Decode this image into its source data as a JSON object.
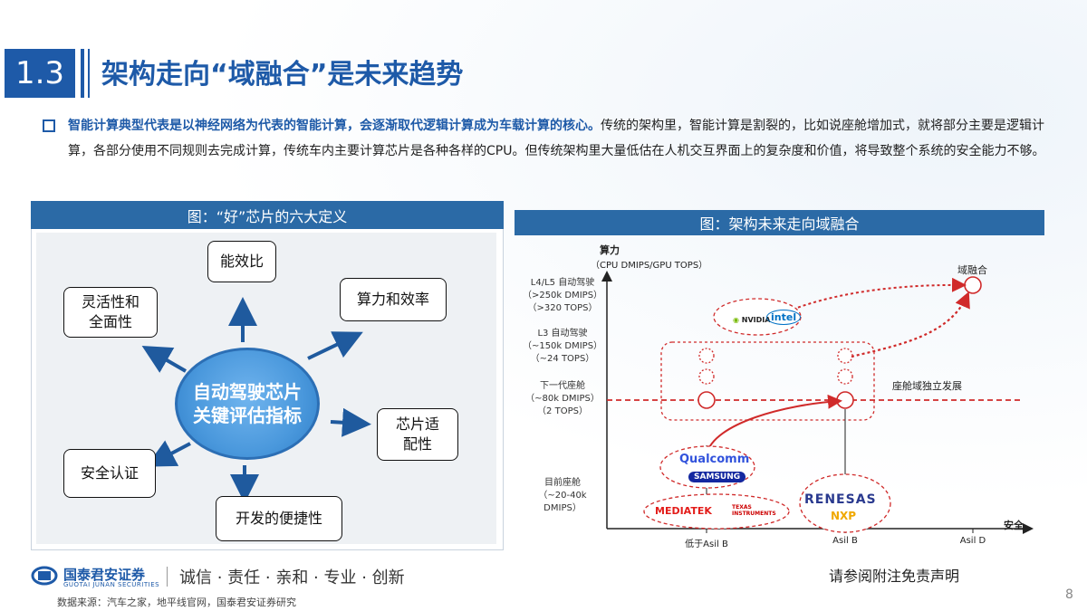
{
  "header": {
    "section_number": "1.3",
    "title": "架构走向“域融合”是未来趋势"
  },
  "intro": {
    "highlight": "智能计算典型代表是以神经网络为代表的智能计算，会逐渐取代逻辑计算成为车载计算的核心。",
    "rest": "传统的架构里，智能计算是割裂的，比如说座舱增加式，就将部分主要是逻辑计算，各部分使用不同规则去完成计算，传统车内主要计算芯片是各种各样的CPU。但传统架构里大量低估在人机交互界面上的复杂度和价值，将导致整个系统的安全能力不够。"
  },
  "left_figure": {
    "title": "图：“好”芯片的六大定义",
    "center": "自动驾驶芯片\n关键评估指标",
    "nodes": {
      "energy": "能效比",
      "compute": "算力和效率",
      "flex": "灵活性和\n全面性",
      "adapt": "芯片适\n配性",
      "safety": "安全认证",
      "dev": "开发的便捷性"
    }
  },
  "right_figure": {
    "title": "图：架构未来走向域融合",
    "y_axis_label": "算力",
    "y_axis_sublabel": "（CPU DMIPS/GPU TOPS）",
    "x_axis_label": "安全",
    "y_ticks": [
      {
        "l1": "L4/L5 自动驾驶",
        "l2": "（>250k DMIPS）",
        "l3": "（>320 TOPS）"
      },
      {
        "l1": "L3 自动驾驶",
        "l2": "（~150k DMIPS）",
        "l3": "（~24 TOPS）"
      },
      {
        "l1": "下一代座舱",
        "l2": "（~80k DMIPS）",
        "l3": "（2 TOPS）"
      },
      {
        "l1": "目前座舱",
        "l2": "（~20-40k DMIPS）",
        "l3": ""
      }
    ],
    "x_ticks": [
      "低于Asil B",
      "Asil B",
      "Asil D"
    ],
    "annotation_domain_fusion": "域融合",
    "annotation_cockpit": "座舱域独立发展",
    "logos": {
      "nvidia": "NVIDIA",
      "intel": "intel",
      "qualcomm": "Qualcomm",
      "samsung": "SAMSUNG",
      "mediatek": "MEDIATEK",
      "ti": "TEXAS INSTRUMENTS",
      "renesas": "RENESAS",
      "nxp": "NXP"
    },
    "colors": {
      "red": "#d02a2a",
      "axis": "#222222",
      "header": "#2b6aa6"
    }
  },
  "footer": {
    "company": "国泰君安证券",
    "company_en": "GUOTAI JUNAN SECURITIES",
    "motto": "诚信 · 责任 · 亲和 · 专业 · 创新",
    "source": "数据来源：汽车之家，地平线官网，国泰君安证券研究",
    "disclaimer": "请参阅附注免责声明",
    "page": "8"
  }
}
